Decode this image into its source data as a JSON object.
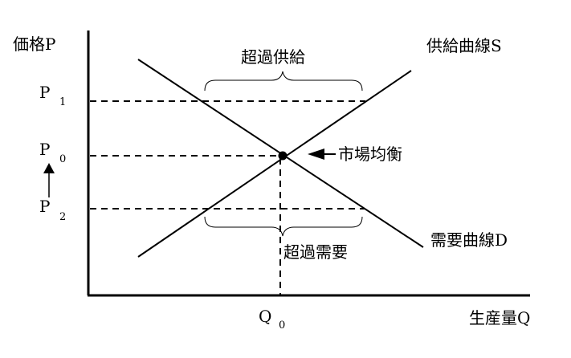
{
  "axes": {
    "y_label": "価格P",
    "x_label": "生産量Q"
  },
  "price_labels": [
    {
      "main": "P",
      "sub": "1"
    },
    {
      "main": "P",
      "sub": "0"
    },
    {
      "main": "P",
      "sub": "2"
    }
  ],
  "quantity_label": {
    "main": "Q",
    "sub": "0"
  },
  "curves": {
    "supply": "供給曲線S",
    "demand": "需要曲線D"
  },
  "annotations": {
    "excess_supply": "超過供給",
    "excess_demand": "超過需要",
    "equilibrium": "市場均衡"
  }
}
